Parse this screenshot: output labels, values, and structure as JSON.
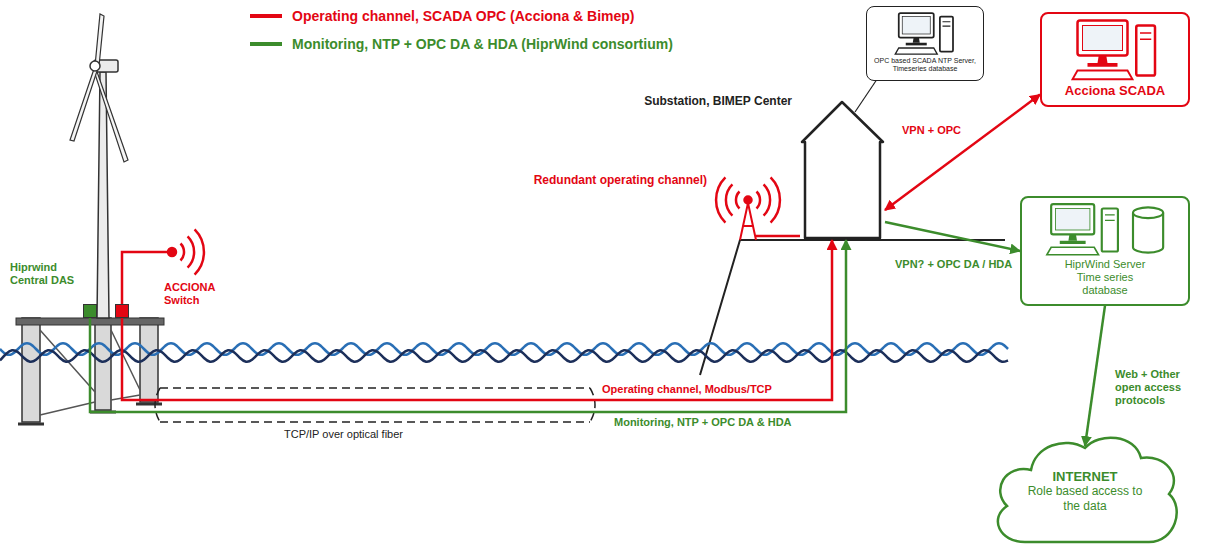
{
  "diagram": {
    "nodes": [
      {
        "text": [
          "Substation, BIMEP Center"
        ]
      },
      {
        "text": [
          "OPC based SCADA NTP Server, Timeseries database"
        ]
      },
      {
        "text": [
          "Acciona SCADA"
        ]
      },
      {
        "text": [
          "HiprWind Server Time series database"
        ]
      },
      {
        "text": [
          "INTERNET",
          "Role based access to the data"
        ]
      },
      {
        "text": [
          "Hiprwind Central DAS"
        ]
      },
      {
        "text": [
          "ACCIONA Switch"
        ]
      }
    ],
    "edges": [
      {
        "from": 6,
        "to": 0,
        "arrow": "to",
        "label": "Operating channel, Modbus/TCP"
      },
      {
        "from": 5,
        "to": 0,
        "arrow": "to",
        "label": "Monitoring, NTP + OPC DA & HDA"
      },
      {
        "from": 1,
        "to": 0,
        "arrow": "none"
      },
      {
        "from": 0,
        "to": 2,
        "arrow": "both",
        "label": "VPN + OPC"
      },
      {
        "from": 0,
        "to": 3,
        "arrow": "to",
        "label": "VPN? + OPC DA / HDA"
      },
      {
        "from": 3,
        "to": 4,
        "arrow": "to",
        "label": "Web + Other open access protocols"
      }
    ],
    "labels": [
      "Redundant operating channel)",
      "TCP/IP over optical fiber"
    ],
    "legend": [
      {
        "text": "Operating channel, SCADA OPC (Acciona & Bimep)",
        "color": "#e30613"
      },
      {
        "text": "Monitoring, NTP + OPC DA & HDA (HiprWind consortium)",
        "color": "#3c8c2c"
      }
    ]
  }
}
